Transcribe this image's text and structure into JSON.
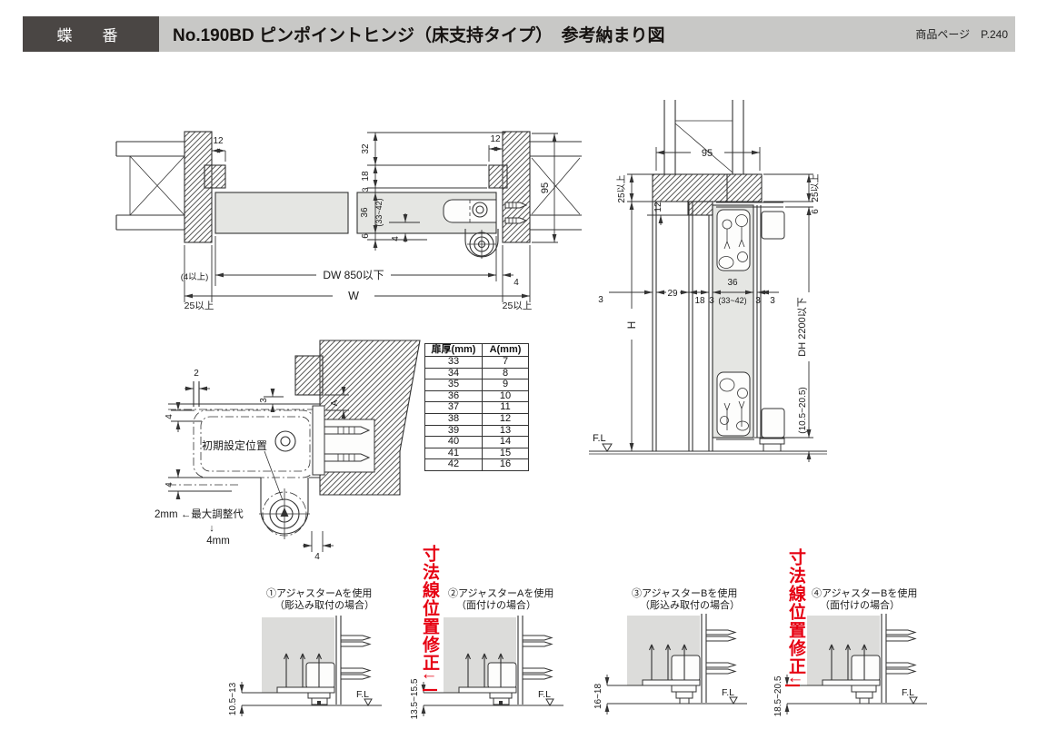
{
  "header": {
    "category": "蝶　番",
    "title": "No.190BD ピンポイントヒンジ（床支持タイプ）　参考納まり図",
    "page_ref": "商品ページ　P.240"
  },
  "plan": {
    "d12l": "12",
    "d12r": "12",
    "d32": "32",
    "d18": "18",
    "d3": "3",
    "d36": "36",
    "d3342": "(33~42)",
    "d6": "6",
    "d4h": "4",
    "d95": "95",
    "dw": "DW 850以下",
    "w": "W",
    "d4min": "(4以上)",
    "d25l": "25以上",
    "d4r": "4",
    "d25r": "25以上"
  },
  "sec": {
    "d95": "95",
    "d25l": "25以上",
    "d12": "12",
    "dh_label": "H",
    "d3a": "3",
    "d29": "29",
    "d18": "18",
    "d3b": "3",
    "d3342": "(33~42)",
    "d3c": "3",
    "d3d": "3",
    "d36": "36",
    "fl": "F.L",
    "d25r": "25以上",
    "d6": "6",
    "ddh": "DH 2200以下",
    "clr": "(10.5~20.5)"
  },
  "detail": {
    "d2": "2",
    "d3": "3",
    "d4a": "4",
    "d4b": "4",
    "dA": "A",
    "label_init": "初期設定位置",
    "adj1": "2mm ←最大調整代",
    "adj_arrow": "↓",
    "adj2": "4mm",
    "d4c": "4"
  },
  "table": {
    "h1": "扉厚(mm)",
    "h2": "A(mm)",
    "rows": [
      [
        "33",
        "7"
      ],
      [
        "34",
        "8"
      ],
      [
        "35",
        "9"
      ],
      [
        "36",
        "10"
      ],
      [
        "37",
        "11"
      ],
      [
        "38",
        "12"
      ],
      [
        "39",
        "13"
      ],
      [
        "40",
        "14"
      ],
      [
        "41",
        "15"
      ],
      [
        "42",
        "16"
      ]
    ]
  },
  "panels": [
    {
      "t1": "①アジャスターAを使用",
      "t2": "（彫込み取付の場合）",
      "dim": "10.5~13",
      "fl": "F.L"
    },
    {
      "t1": "②アジャスターAを使用",
      "t2": "（面付けの場合）",
      "dim": "13.5~15.5",
      "fl": "F.L"
    },
    {
      "t1": "③アジャスターBを使用",
      "t2": "（彫込み取付の場合）",
      "dim": "16~18",
      "fl": "F.L"
    },
    {
      "t1": "④アジャスターBを使用",
      "t2": "（面付けの場合）",
      "dim": "18.5~20.5",
      "fl": "F.L"
    }
  ],
  "correction": {
    "text": "寸法線位置修正↓",
    "color": "#e60012"
  }
}
